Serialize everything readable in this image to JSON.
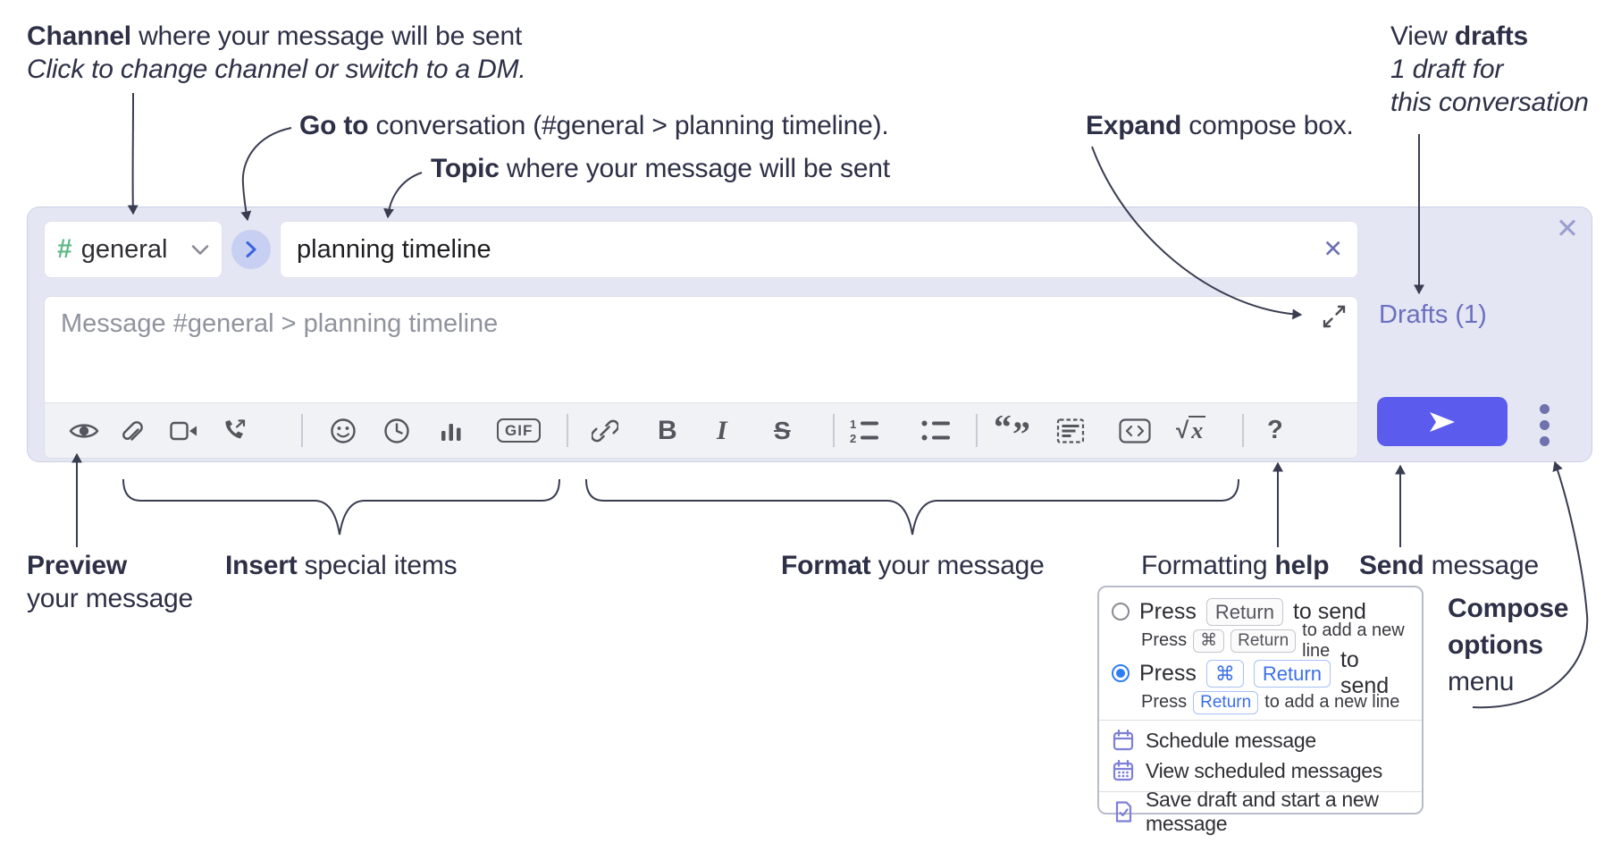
{
  "annotations": {
    "channel": {
      "bold": "Channel",
      "rest": " where your message will be sent",
      "line2": "Click to change channel or switch to a DM."
    },
    "go_to": {
      "bold": "Go to",
      "rest": " conversation (#general > planning timeline)."
    },
    "topic": {
      "bold": "Topic",
      "rest": " where your message will be sent"
    },
    "expand": {
      "bold": "Expand",
      "rest": " compose box."
    },
    "view_drafts": {
      "pre": "View ",
      "bold": "drafts",
      "line2": "1 draft for",
      "line3": "this conversation"
    },
    "preview": {
      "bold": "Preview",
      "line2": "your message"
    },
    "insert": {
      "bold": "Insert",
      "rest": " special items"
    },
    "format": {
      "bold": "Format",
      "rest": " your message"
    },
    "formatting_help": {
      "pre": "Formatting ",
      "bold": "help"
    },
    "send": {
      "bold": "Send",
      "rest": " message"
    },
    "compose_options": {
      "bold_line1": "Compose",
      "bold_line2": "options",
      "line3": "menu"
    }
  },
  "compose": {
    "channel_selector": {
      "hash": "#",
      "label": "general"
    },
    "topic_input": {
      "value": "planning timeline",
      "clear_glyph": "✕"
    },
    "close_glyph": "✕",
    "message_input": {
      "placeholder": "Message #general > planning timeline"
    },
    "drafts_link_label": "Drafts (1)",
    "toolbar": {
      "icons": [
        "preview-icon",
        "attach-file-icon",
        "video-call-icon",
        "voice-call-icon",
        "emoji-icon",
        "time-icon",
        "poll-icon",
        "gif-icon",
        "link-icon",
        "bold-icon",
        "italic-icon",
        "strikethrough-icon",
        "numbered-list-icon",
        "bulleted-list-icon",
        "quote-icon",
        "spoiler-icon",
        "code-icon",
        "math-icon",
        "help-icon"
      ],
      "gif_label": "GIF",
      "bold_glyph": "B",
      "italic_glyph": "I",
      "strike_glyph": "S",
      "math_root": "√",
      "math_var": "x",
      "help_glyph": "?",
      "quote_open": "“",
      "quote_close": "”",
      "ol_num1": "1",
      "ol_num2": "2"
    }
  },
  "popup": {
    "option1": {
      "pre": "Press",
      "key": "Return",
      "post": "to send",
      "sub_pre": "Press",
      "sub_key1": "⌘",
      "sub_key2": "Return",
      "sub_post": "to add a new line",
      "selected": false
    },
    "option2": {
      "pre": "Press",
      "key1": "⌘",
      "key2": "Return",
      "post": "to send",
      "sub_pre": "Press",
      "sub_key": "Return",
      "sub_post": "to add a new line",
      "selected": true
    },
    "items": [
      {
        "icon": "calendar-icon",
        "label": "Schedule message"
      },
      {
        "icon": "calendar-dots-icon",
        "label": "View scheduled messages"
      },
      {
        "icon": "save-draft-icon",
        "label": "Save draft and start a new message"
      }
    ]
  },
  "colors": {
    "compose_bg": "#e4e6f3",
    "send_button": "#5b5bee",
    "drafts_link": "#6b6fc0",
    "hash_green": "#5fb885",
    "goto_chevron": "#3c63dd",
    "goto_circle_bg": "#c7d0f2",
    "radio_selected": "#2f7df6",
    "kbd_blue_text": "#3a6fe8",
    "menu_icon": "#7d7fd8",
    "annotation_text": "#2d3046",
    "toolbar_icon": "#55555e"
  }
}
